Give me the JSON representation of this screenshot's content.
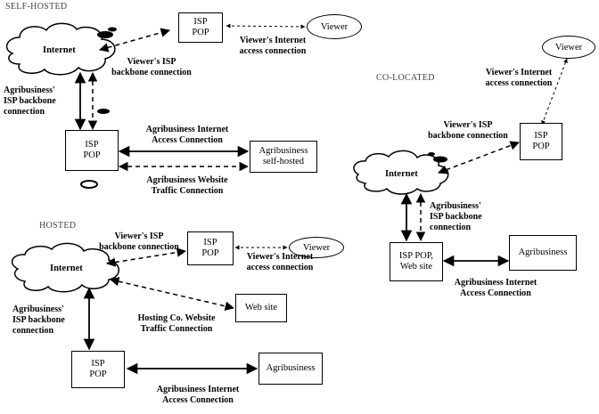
{
  "sections": {
    "self_hosted": {
      "title": "SELF-HOSTED",
      "cloud": "Internet",
      "isp_pop_top": "ISP\nPOP",
      "viewer": "Viewer",
      "viewer_access": "Viewer's Internet\naccess connection",
      "viewer_backbone": "Viewer's ISP\nbackbone connection",
      "agri_backbone": "Agribusiness'\nISP backbone\nconnection",
      "isp_pop_bottom": "ISP\nPOP",
      "agri_access": "Agribusiness Internet\nAccess Connection",
      "agri_box": "Agribusiness\nself-hosted",
      "website_traffic": "Agribusiness Website\nTraffic Connection"
    },
    "co_located": {
      "title": "CO-LOCATED",
      "viewer": "Viewer",
      "viewer_access": "Viewer's Internet\naccess connection",
      "viewer_backbone": "Viewer's ISP\nbackbone connection",
      "isp_pop": "ISP\nPOP",
      "cloud": "Internet",
      "agri_backbone": "Agribusiness'\nISP backbone\nconnection",
      "isp_pop_web": "ISP POP,\nWeb site",
      "agri_box": "Agribusiness",
      "agri_access": "Agribusiness Internet\nAccess Connection"
    },
    "hosted": {
      "title": "HOSTED",
      "viewer_backbone": "Viewer's ISP\nbackbone connection",
      "isp_pop_top": "ISP\nPOP",
      "viewer": "Viewer",
      "viewer_access": "Viewer's Internet\naccess connection",
      "cloud": "Internet",
      "web_site": "Web site",
      "hosting_traffic": "Hosting Co. Website\nTraffic Connection",
      "agri_backbone": "Agribusiness'\nISP backbone\nconnection",
      "isp_pop_bottom": "ISP\nPOP",
      "agri_box": "Agribusiness",
      "agri_access": "Agribusiness Internet\nAccess Connection"
    }
  }
}
